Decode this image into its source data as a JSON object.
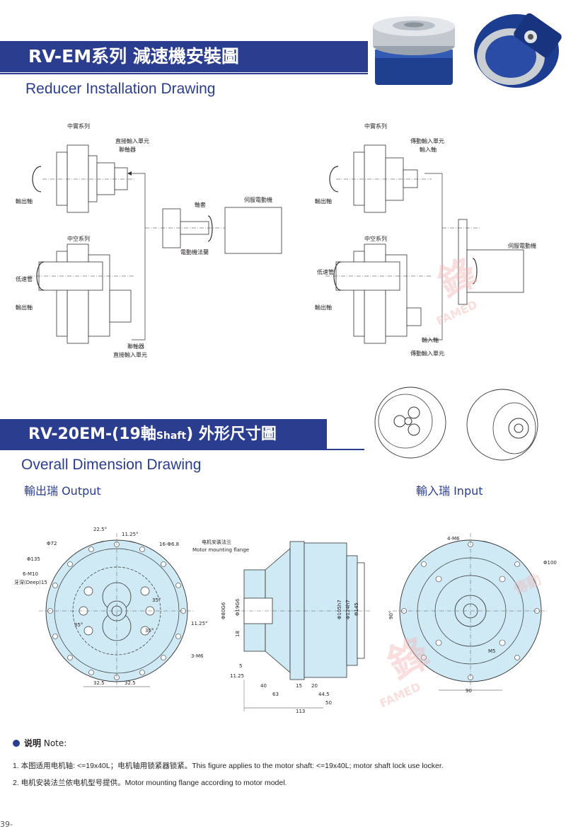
{
  "section1": {
    "title": "RV-EM系列 減速機安裝圖",
    "subtitle": "Reducer Installation Drawing"
  },
  "installation": {
    "solid_series": "中實系列",
    "hollow_series": "中空系列",
    "direct_input_unit": "直接輸入單元",
    "coupling": "聯軸器",
    "output_shaft": "輸出軸",
    "shaft_sleeve": "軸套",
    "servo_motor": "伺服電動機",
    "motor_flange": "電動機法蘭",
    "low_speed_tube": "低速管",
    "drive_input_unit": "傳動輸入單元",
    "input_shaft": "輸入軸"
  },
  "section2": {
    "title_main": "RV-20EM-(19軸",
    "title_shaft": "Shaft",
    "title_end": ") 外形尺寸圖",
    "subtitle": "Overall Dimension Drawing",
    "output_label": "輸出瑞  Output",
    "input_label": "輸入瑞  Input"
  },
  "dimensions": {
    "angle1": "22.5°",
    "angle2": "11.25°",
    "phi72": "Φ72",
    "holes16": "16-Φ6.8",
    "phi135": "Φ135",
    "m10": "6-M10",
    "deep": "牙深(Deep)15",
    "angle3": "35°",
    "angle4": "35°",
    "angle5": "35°",
    "angle6": "11.25°",
    "m6_3": "3-M6",
    "d325a": "32.5",
    "d325b": "32.5",
    "flange_cn": "电机安装法兰",
    "flange_en": "Motor mounting flange",
    "phi80g6": "Φ80G6",
    "phi19g6": "Φ19G6",
    "d18": "18",
    "phi105h7": "Φ105h7",
    "phi124h7": "Φ124h7",
    "phi145": "Φ145",
    "d5": "5",
    "d1125": "11.25",
    "d40": "40",
    "d15": "15",
    "d20": "20",
    "d63": "63",
    "d445": "44.5",
    "d50": "50",
    "d113": "113",
    "m6_4": "4-M6",
    "phi100": "Φ100",
    "angle90": "90°",
    "m5": "M5",
    "d90": "90"
  },
  "notes": {
    "heading": "说明",
    "heading_en": "Note:",
    "line1": "1. 本图适用电机轴: <=19x40L；电机轴用锁紧器锁紧。This figure applies to the motor shaft: <=19x40L; motor shaft lock use locker.",
    "line2": "2. 电机安装法兰依电机型号提供。Motor mounting flange according to motor model."
  },
  "page_number": "39-",
  "watermark": {
    "brand": "FAMED",
    "cn1": "鋒",
    "cn2": "傳動"
  },
  "colors": {
    "brand_blue": "#2b3d8f",
    "drawing_fill": "#cfe9f5",
    "watermark": "#f4b7b7"
  }
}
